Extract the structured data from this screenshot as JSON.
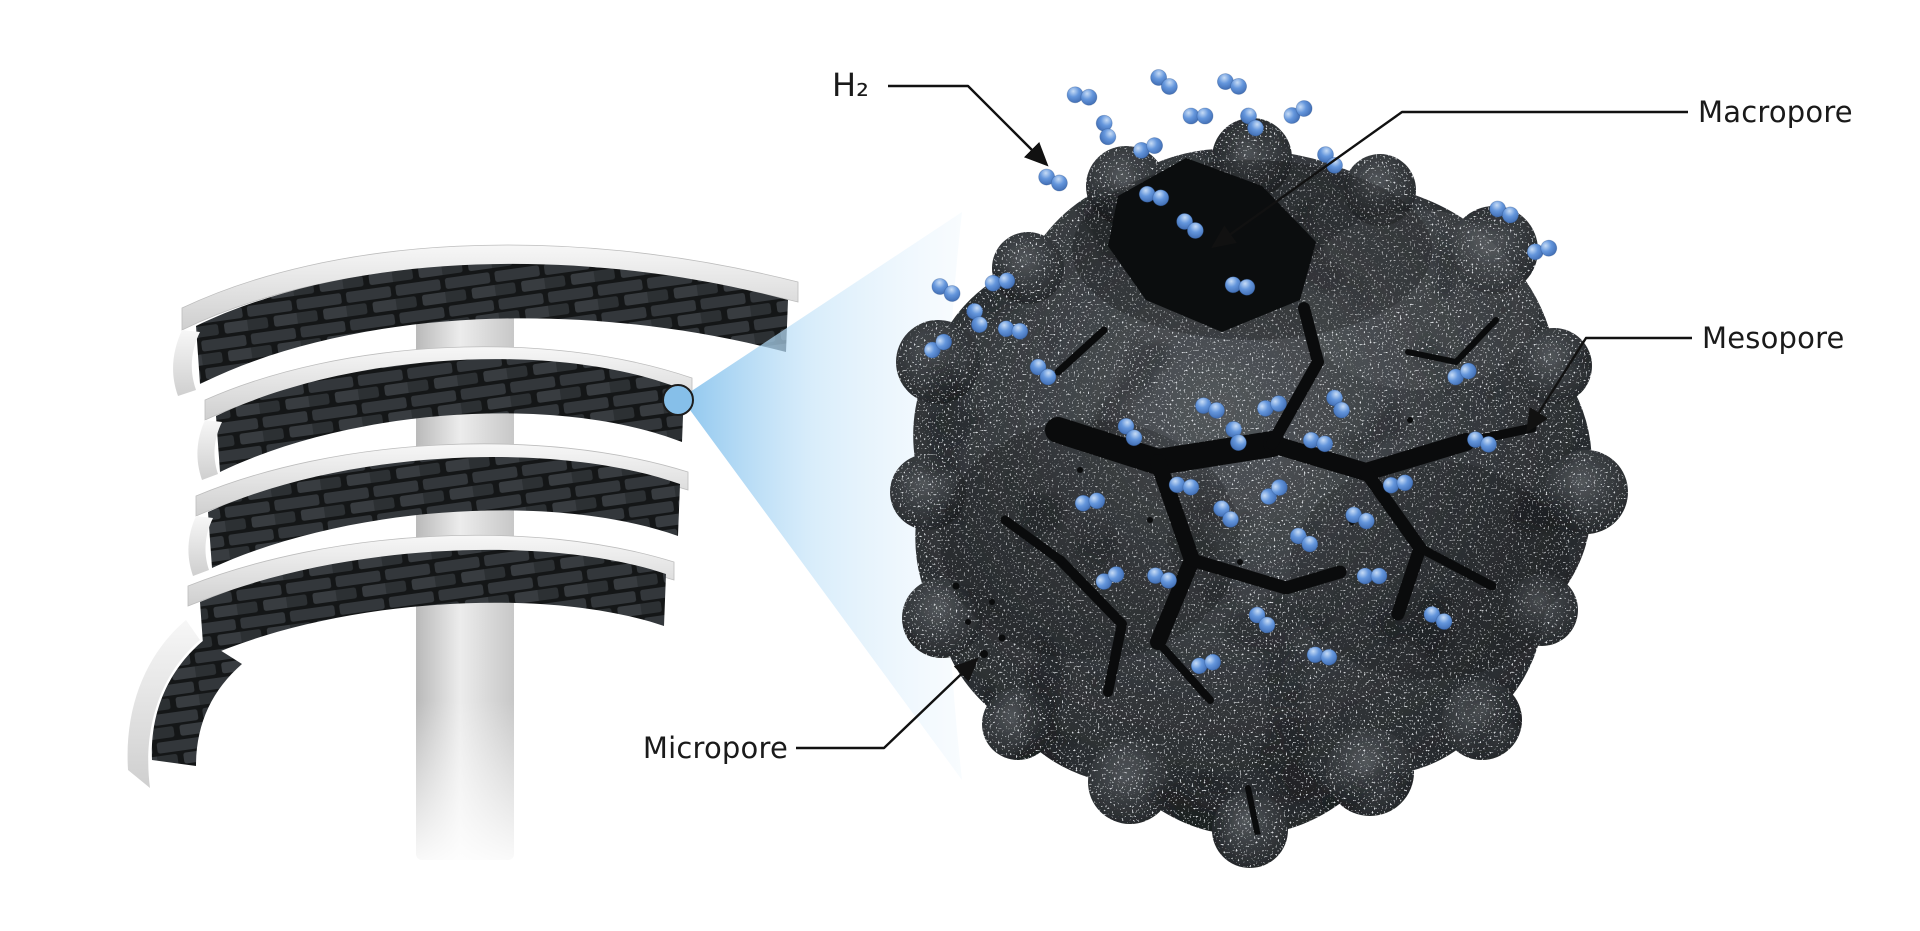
{
  "labels": {
    "h2": "H₂",
    "macropore": "Macropore",
    "mesopore": "Mesopore",
    "micropore": "Micropore"
  },
  "colors": {
    "background": "#ffffff",
    "label_text": "#1a1a1a",
    "leader_line": "#111111",
    "h2_molecule": "#6496dc",
    "magnifier_cone": "#8ec6ee",
    "particle_surface": "#34383c",
    "pore_black": "#0a0b0c",
    "stem_gray": "#d6d6d6",
    "cap_white": "#ededed",
    "brick_gray": "#33373b"
  },
  "icons": {
    "h2_molecule_icon": "two bonded blue spheres (hydrogen molecule)",
    "magnifier_cone_icon": "blue zoom-out cone from circled region to enlarged particle"
  }
}
